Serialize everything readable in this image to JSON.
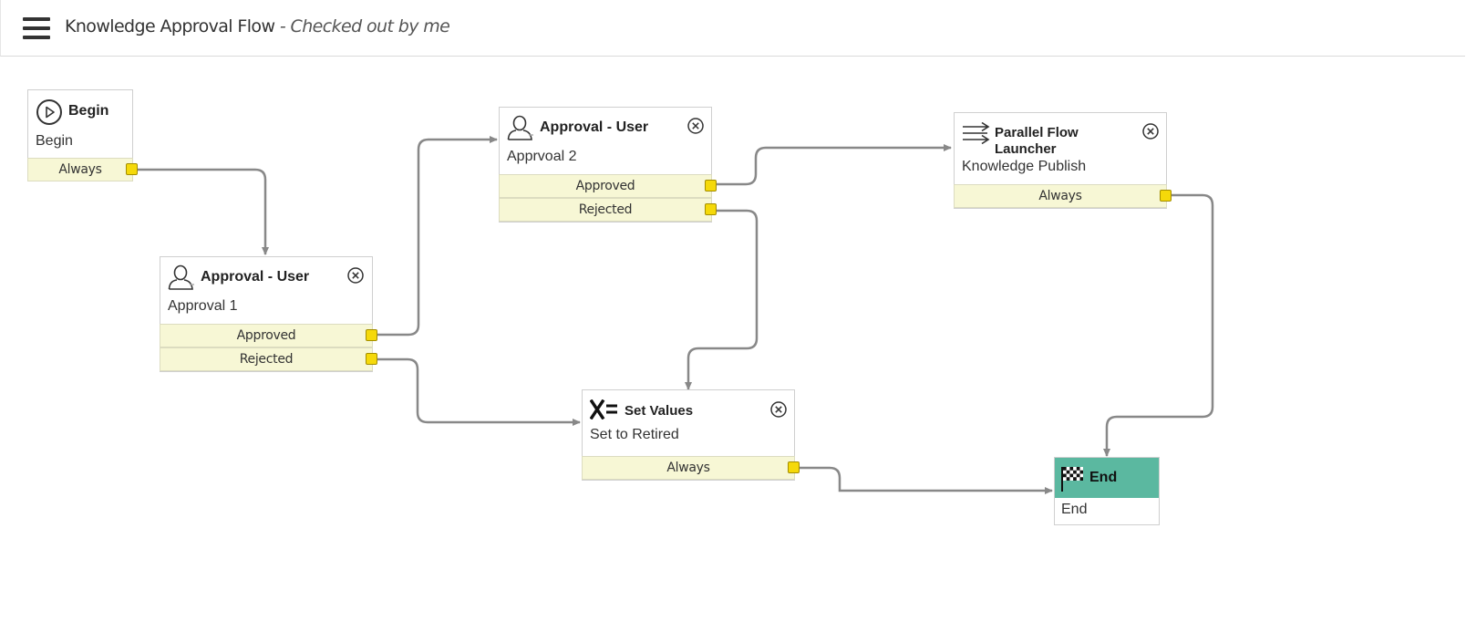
{
  "header": {
    "title": "Knowledge Approval Flow",
    "subtitle": " - Checked out by me"
  },
  "colors": {
    "port_bg": "#f7f7d5",
    "knob": "#f5d90a",
    "end_header": "#5bb8a0",
    "wire": "#888888"
  },
  "nodes": {
    "begin": {
      "icon": "play-circle-icon",
      "title": "Begin",
      "subtitle": "Begin",
      "ports": [
        "Always"
      ]
    },
    "approval1": {
      "icon": "user-icon",
      "title": "Approval - User",
      "subtitle": "Approval 1",
      "ports": [
        "Approved",
        "Rejected"
      ]
    },
    "approval2": {
      "icon": "user-icon",
      "title": "Approval - User",
      "subtitle": "Apprvoal 2",
      "ports": [
        "Approved",
        "Rejected"
      ]
    },
    "parallel": {
      "icon": "parallel-arrows-icon",
      "title": "Parallel Flow Launcher",
      "subtitle": "Knowledge Publish",
      "ports": [
        "Always"
      ]
    },
    "setvalues": {
      "icon": "x-equals-icon",
      "title": "Set Values",
      "subtitle": "Set to Retired",
      "ports": [
        "Always"
      ]
    },
    "end": {
      "icon": "checkered-flag-icon",
      "title": "End",
      "subtitle": "End",
      "ports": []
    }
  }
}
